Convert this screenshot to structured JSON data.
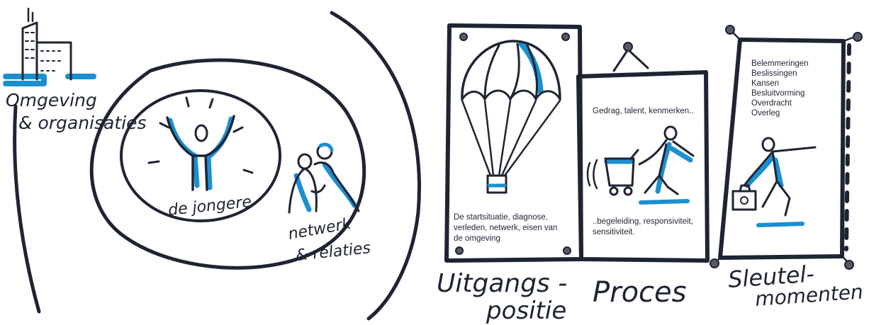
{
  "colors": {
    "ink": "#1f2433",
    "accent": "#1a8fd1",
    "paper": "#ffffff"
  },
  "left": {
    "outer_label": [
      "Omgeving",
      "& organisaties"
    ],
    "center_label": "de jongere",
    "network_label": [
      "netwerk",
      "& relaties"
    ],
    "icons": [
      "building-icon",
      "cheering-person-icon",
      "couple-icon"
    ]
  },
  "panels": [
    {
      "title": [
        "Uitgangs -",
        "positie"
      ],
      "text": [
        "De startsituatie, diagnose,",
        "verleden, netwerk, eisen van",
        "de omgeving"
      ],
      "icon": "parachute-icon"
    },
    {
      "title": [
        "Proces"
      ],
      "top_text": "Gedrag, talent, kenmerken..",
      "bottom_text": [
        "..begeleiding, responsiviteit,",
        "sensitiviteit."
      ],
      "icon": "walking-person-cart-icon"
    },
    {
      "title": [
        "Sleutel-",
        "momenten"
      ],
      "list": [
        "Belemmeringen",
        "Beslissingen",
        "Kansen",
        "Besluitvorming",
        "Overdracht",
        "Overleg"
      ],
      "icon": "person-briefcase-icon"
    }
  ]
}
